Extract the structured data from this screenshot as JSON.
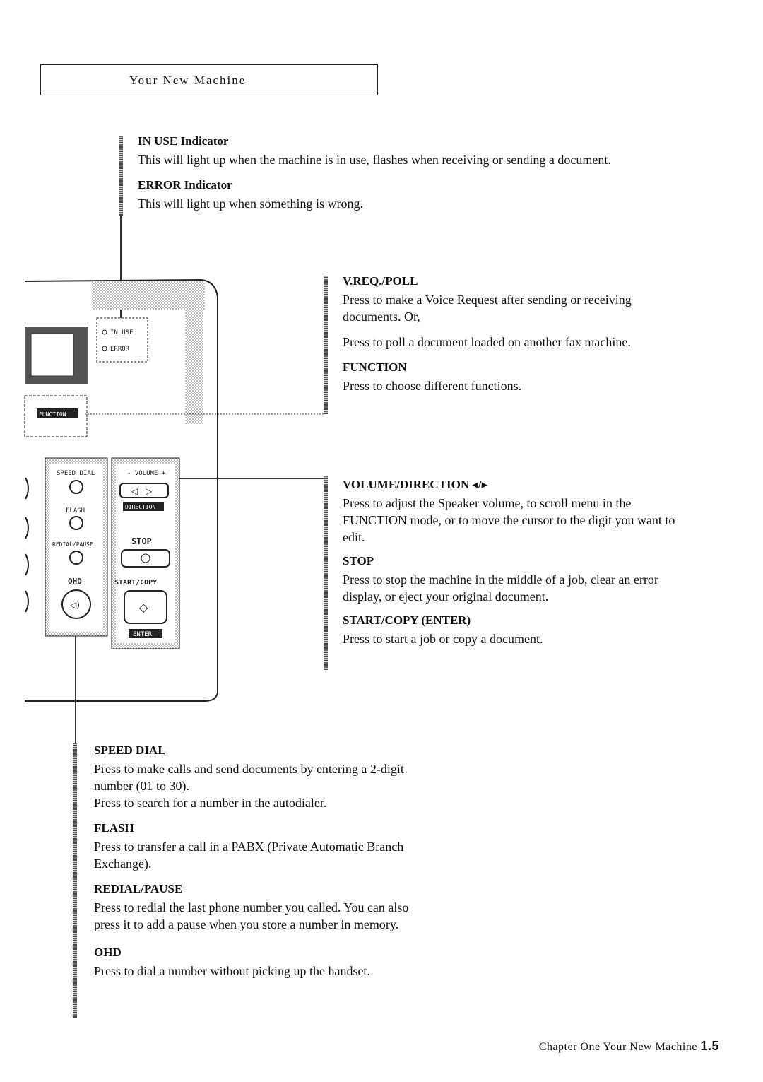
{
  "header": {
    "title": "Your New Machine"
  },
  "sections_top": [
    {
      "heading": "IN USE Indicator",
      "body": "This will light up when the machine is in use, flashes when receiving or sending a document."
    },
    {
      "heading": "ERROR  Indicator",
      "body": "This will light up when something is wrong."
    }
  ],
  "sections_right1": [
    {
      "heading": "V.REQ./POLL",
      "body": [
        "Press to make a Voice Request after sending or receiving documents. Or,",
        "Press to poll a document loaded on another fax machine."
      ]
    },
    {
      "heading": "FUNCTION",
      "body": [
        "Press to choose different functions."
      ]
    }
  ],
  "sections_right2": [
    {
      "heading": "VOLUME/DIRECTION ◂/▸",
      "body": "Press to adjust the Speaker volume, to scroll menu in the FUNCTION mode, or to move the cursor to the digit you want to edit."
    },
    {
      "heading": "STOP",
      "body": "Press to stop the machine in the middle of a job, clear an error display, or eject your original document."
    },
    {
      "heading": "START/COPY  (ENTER)",
      "body": "Press to start a job or copy a document."
    }
  ],
  "sections_bottom": [
    {
      "heading": "SPEED  DIAL",
      "body": [
        "Press to make calls and send documents by entering a 2-digit number (01 to 30).",
        "Press to search for a number in the autodialer."
      ]
    },
    {
      "heading": "FLASH",
      "body": [
        "Press to transfer a call in a PABX (Private Automatic Branch  Exchange)."
      ]
    },
    {
      "heading": "REDIAL/PAUSE",
      "body": [
        "Press to redial the last phone number you called. You can also press it to add a pause when you store a number in memory."
      ]
    },
    {
      "heading": "OHD",
      "body": [
        "Press to dial a number without picking up the handset."
      ]
    }
  ],
  "panel_labels": {
    "in_use": "IN USE",
    "error": "ERROR",
    "function": "FUNCTION",
    "speed_dial": "SPEED DIAL",
    "volume": "- VOLUME +",
    "flash": "FLASH",
    "direction": "DIRECTION",
    "redial_pause": "REDIAL/PAUSE",
    "stop": "STOP",
    "ohd": "OHD",
    "start_copy": "START/COPY",
    "enter": "ENTER"
  },
  "footer": {
    "text": "Chapter One Your New Machine",
    "page": "1.5"
  }
}
